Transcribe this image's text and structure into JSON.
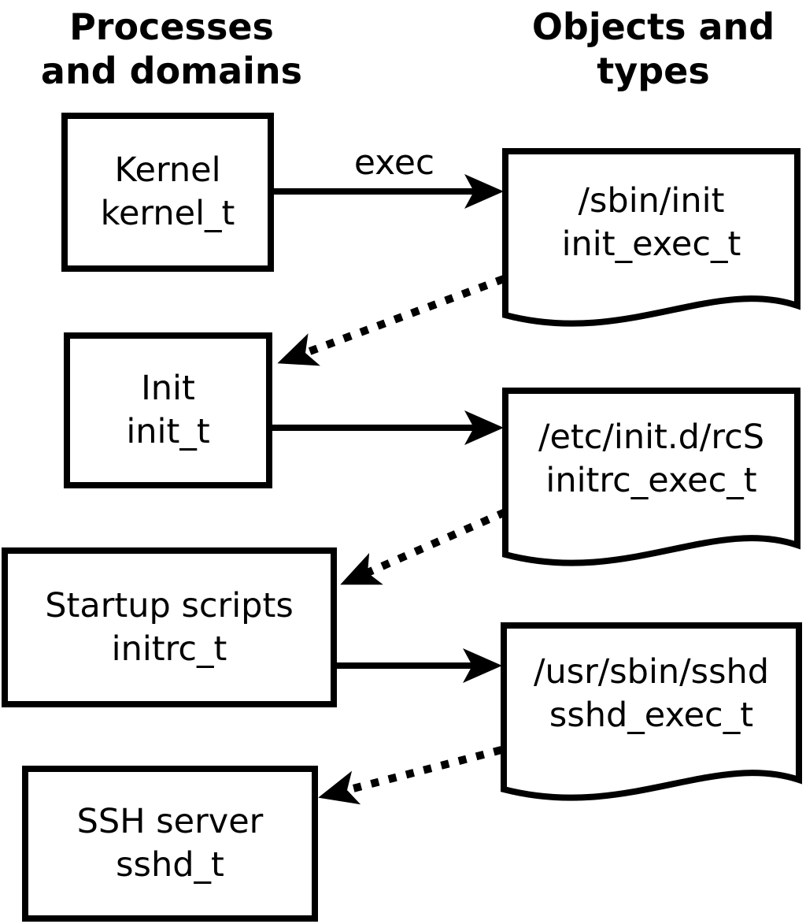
{
  "headers": {
    "left": {
      "line1": "Processes",
      "line2": "and domains"
    },
    "right": {
      "line1": "Objects and",
      "line2": "types"
    }
  },
  "processes": [
    {
      "name": "Kernel",
      "type": "kernel_t"
    },
    {
      "name": "Init",
      "type": "init_t"
    },
    {
      "name": "Startup scripts",
      "type": "initrc_t"
    },
    {
      "name": "SSH server",
      "type": "sshd_t"
    }
  ],
  "objects": [
    {
      "path": "/sbin/init",
      "type": "init_exec_t"
    },
    {
      "path": "/etc/init.d/rcS",
      "type": "initrc_exec_t"
    },
    {
      "path": "/usr/sbin/sshd",
      "type": "sshd_exec_t"
    }
  ],
  "arrows": {
    "exec_label": "exec"
  },
  "colors": {
    "ink": "#000000",
    "paper": "#ffffff"
  }
}
